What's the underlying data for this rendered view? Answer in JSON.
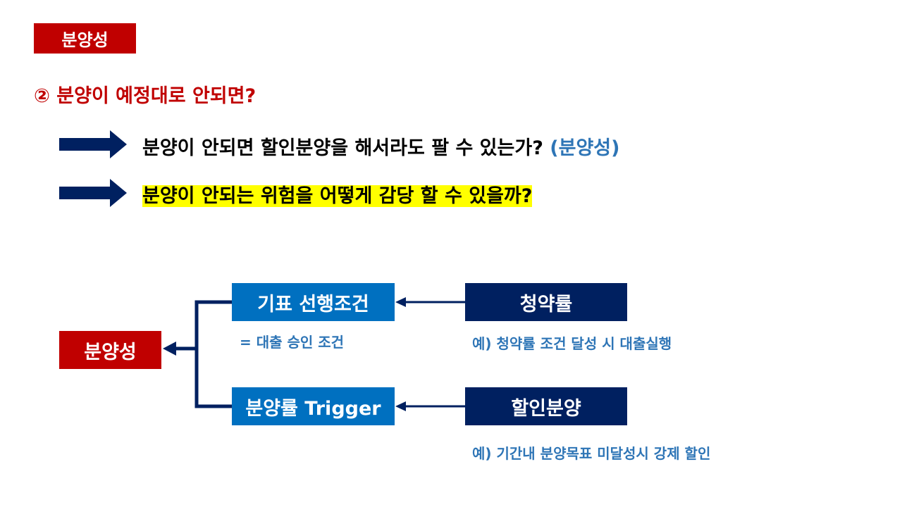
{
  "tag": "분양성",
  "heading": "② 분양이 예정대로 안되면?",
  "questions": {
    "q1_text": "분양이 안되면 할인분양을 해서라도 팔 수 있는가? ",
    "q1_accent": "(분양성)",
    "q2_text": "분양이 안되는 위험을 어떻게 감당 할 수 있을까?"
  },
  "diagram": {
    "root": "분양성",
    "condition_top": "기표 선행조건",
    "condition_bottom": "분양률 Trigger",
    "source_top": "청약률",
    "source_bottom": "할인분양",
    "note_condition_top": "= 대출 승인 조건",
    "note_source_top": "예) 청약률 조건 달성 시 대출실행",
    "note_source_bottom": "예) 기간내 분양목표 미달성시 강제 할인"
  },
  "colors": {
    "red": "#c00000",
    "navy": "#002060",
    "blue": "#0070c0",
    "accent_text": "#2e75b6",
    "highlight": "#ffff00"
  }
}
